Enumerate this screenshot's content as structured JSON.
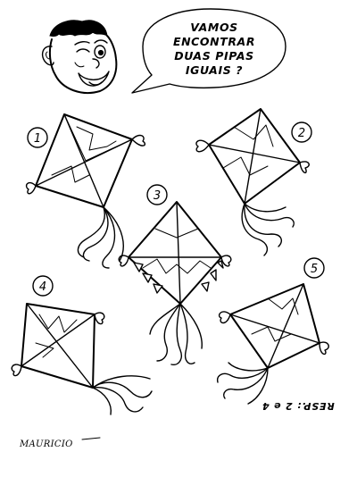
{
  "speech_bubble": {
    "lines": [
      "VAMOS",
      "ENCONTRAR",
      "DUAS PIPAS",
      "IGUAIS ?"
    ]
  },
  "kites": [
    {
      "number": "1"
    },
    {
      "number": "2"
    },
    {
      "number": "3"
    },
    {
      "number": "4"
    },
    {
      "number": "5"
    }
  ],
  "answer": {
    "text": "RESP.: 2 e 4"
  },
  "signature": {
    "text": "MAURICIO"
  },
  "icons": {
    "character": "boy-head-icon",
    "kite": "kite-icon"
  }
}
